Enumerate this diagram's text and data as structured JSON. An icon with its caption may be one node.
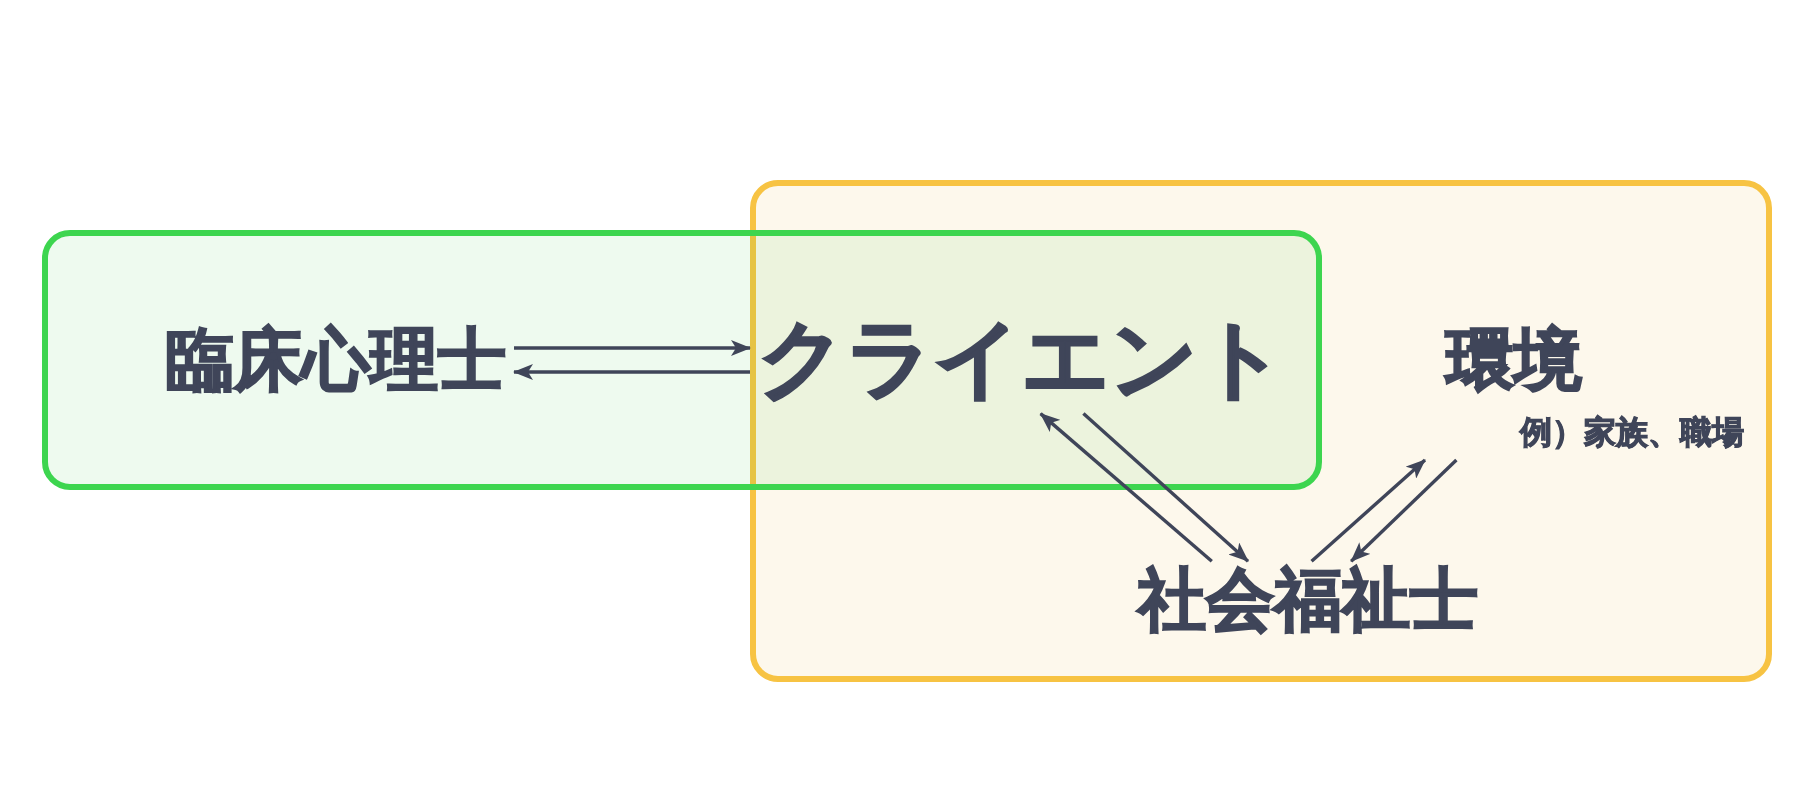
{
  "diagram": {
    "nodes": [
      {
        "text": [],
        "shape": "box"
      },
      {
        "text": [],
        "shape": "box"
      },
      {
        "text": [
          "臨床心理士"
        ],
        "in": 0
      },
      {
        "text": [
          "クライエント"
        ]
      },
      {
        "text": [
          "環境"
        ],
        "beside": [
          "例）家族、職場"
        ],
        "in": 1
      },
      {
        "text": [
          "社会福祉士"
        ],
        "in": 1
      }
    ],
    "edges": [
      {
        "from": 2,
        "to": 3,
        "arrow": "to"
      },
      {
        "from": 3,
        "to": 2,
        "arrow": "to"
      },
      {
        "from": 3,
        "to": 5,
        "arrow": "to"
      },
      {
        "from": 5,
        "to": 3,
        "arrow": "to"
      },
      {
        "from": 5,
        "to": 4,
        "arrow": "to"
      },
      {
        "from": 4,
        "to": 5,
        "arrow": "to"
      }
    ]
  }
}
